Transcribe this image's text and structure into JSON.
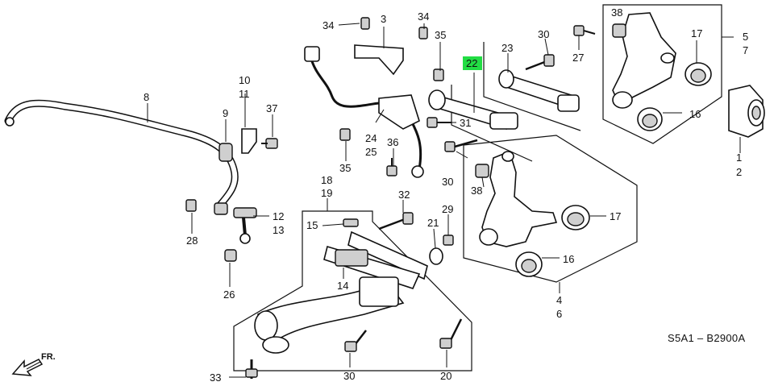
{
  "diagram": {
    "code": "S5A1 – B2900A",
    "front_arrow_label": "FR.",
    "highlight_color": "#22dd44",
    "callouts": [
      {
        "id": "c34a",
        "text": "34"
      },
      {
        "id": "c3",
        "text": "3"
      },
      {
        "id": "c34b",
        "text": "34"
      },
      {
        "id": "c35a",
        "text": "35"
      },
      {
        "id": "c22",
        "text": "22",
        "highlighted": true
      },
      {
        "id": "c23",
        "text": "23"
      },
      {
        "id": "c30a",
        "text": "30"
      },
      {
        "id": "c27",
        "text": "27"
      },
      {
        "id": "c38a",
        "text": "38"
      },
      {
        "id": "c17a",
        "text": "17"
      },
      {
        "id": "c5",
        "text": "5"
      },
      {
        "id": "c7",
        "text": "7"
      },
      {
        "id": "c16a",
        "text": "16"
      },
      {
        "id": "c1",
        "text": "1"
      },
      {
        "id": "c2",
        "text": "2"
      },
      {
        "id": "c8",
        "text": "8"
      },
      {
        "id": "c10",
        "text": "10"
      },
      {
        "id": "c11",
        "text": "11"
      },
      {
        "id": "c9",
        "text": "9"
      },
      {
        "id": "c37",
        "text": "37"
      },
      {
        "id": "c31",
        "text": "31"
      },
      {
        "id": "c24",
        "text": "24"
      },
      {
        "id": "c25",
        "text": "25"
      },
      {
        "id": "c35b",
        "text": "35"
      },
      {
        "id": "c36",
        "text": "36"
      },
      {
        "id": "c30b",
        "text": "30"
      },
      {
        "id": "c38b",
        "text": "38"
      },
      {
        "id": "c17b",
        "text": "17"
      },
      {
        "id": "c18",
        "text": "18"
      },
      {
        "id": "c19",
        "text": "19"
      },
      {
        "id": "c32",
        "text": "32"
      },
      {
        "id": "c12",
        "text": "12"
      },
      {
        "id": "c13",
        "text": "13"
      },
      {
        "id": "c28",
        "text": "28"
      },
      {
        "id": "c15",
        "text": "15"
      },
      {
        "id": "c21",
        "text": "21"
      },
      {
        "id": "c29",
        "text": "29"
      },
      {
        "id": "c16b",
        "text": "16"
      },
      {
        "id": "c26",
        "text": "26"
      },
      {
        "id": "c14",
        "text": "14"
      },
      {
        "id": "c4",
        "text": "4"
      },
      {
        "id": "c6",
        "text": "6"
      },
      {
        "id": "c33",
        "text": "33"
      },
      {
        "id": "c30c",
        "text": "30"
      },
      {
        "id": "c20",
        "text": "20"
      }
    ]
  }
}
